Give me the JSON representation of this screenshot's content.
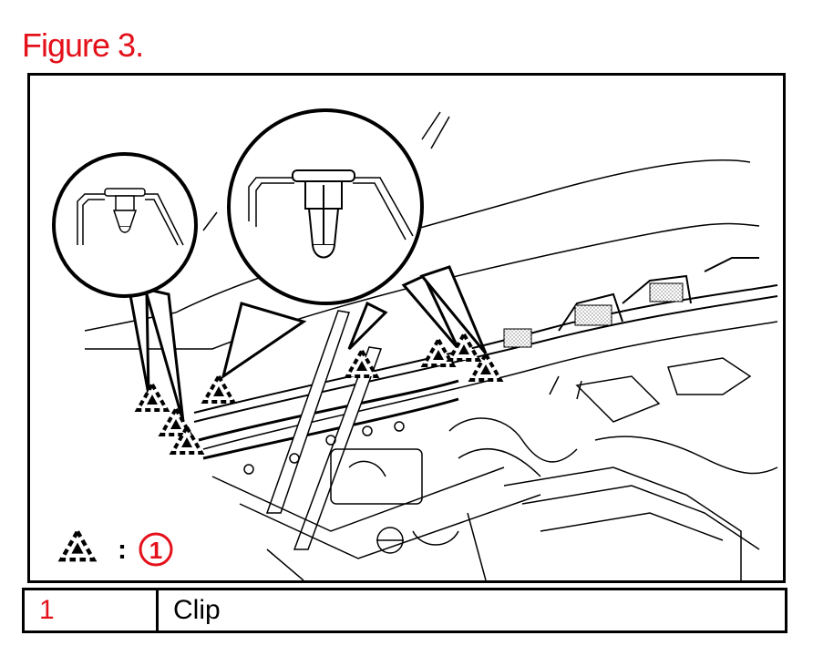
{
  "figure": {
    "title": "Figure 3.",
    "title_color": "#e4101a"
  },
  "diagram": {
    "key_symbol_icon": "dashed-triangle-clip-marker",
    "key_separator": ":",
    "key_number": "1",
    "key_color": "#e4101a"
  },
  "legend": {
    "rows": [
      {
        "number": "1",
        "description": "Clip"
      }
    ]
  }
}
